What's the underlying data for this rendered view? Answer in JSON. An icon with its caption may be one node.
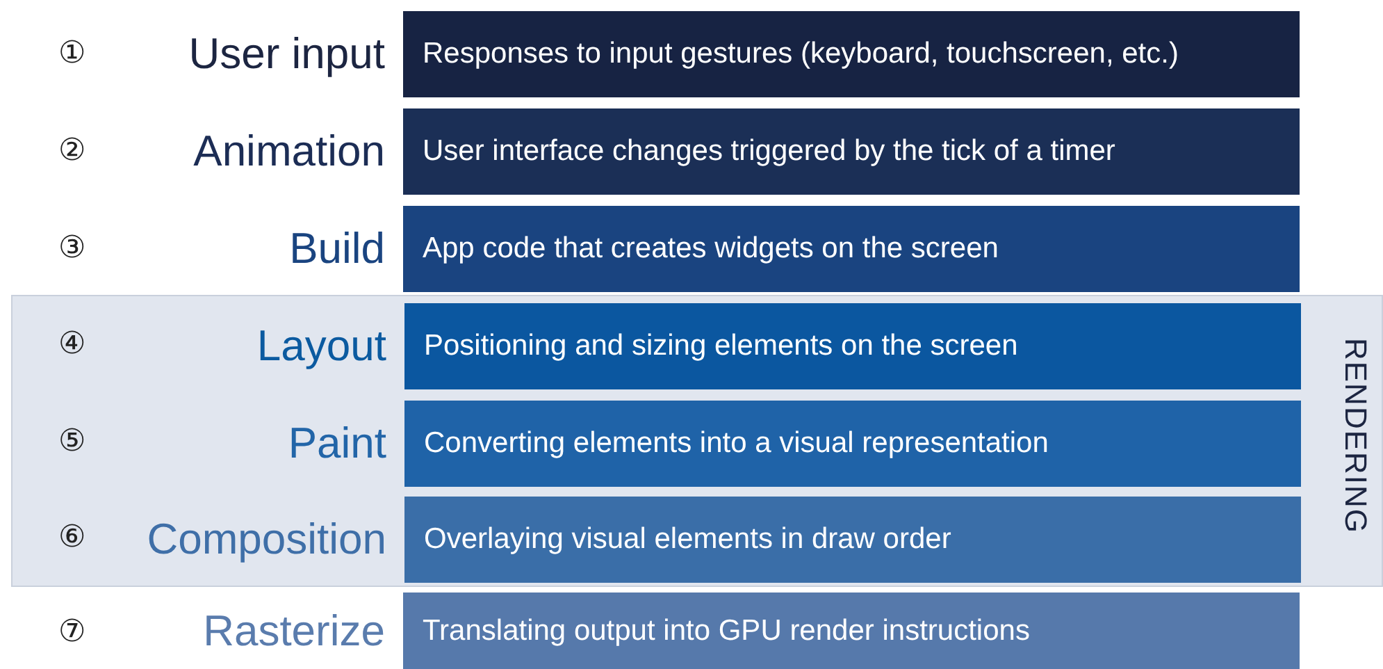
{
  "diagram": {
    "nodes": [
      {
        "text": [
          "User input",
          "Responses to input gestures (keyboard, touchscreen, etc.)"
        ]
      },
      {
        "text": [
          "Animation",
          "User interface changes triggered by the tick of a timer"
        ]
      },
      {
        "text": [
          "Build",
          "App code that creates widgets on the screen"
        ]
      },
      {
        "text": [
          "RENDERING"
        ]
      },
      {
        "text": [
          "Layout",
          "Positioning and sizing elements on the screen"
        ],
        "in": 3
      },
      {
        "text": [
          "Paint",
          "Converting elements into a visual representation"
        ],
        "in": 3
      },
      {
        "text": [
          "Composition",
          "Overlaying visual elements in draw order"
        ],
        "in": 3
      },
      {
        "text": [
          "Rasterize",
          "Translating output into GPU render instructions"
        ]
      }
    ],
    "edges": [],
    "labels": [
      "①",
      "②",
      "③",
      "④",
      "⑤",
      "⑥",
      "⑦"
    ]
  }
}
